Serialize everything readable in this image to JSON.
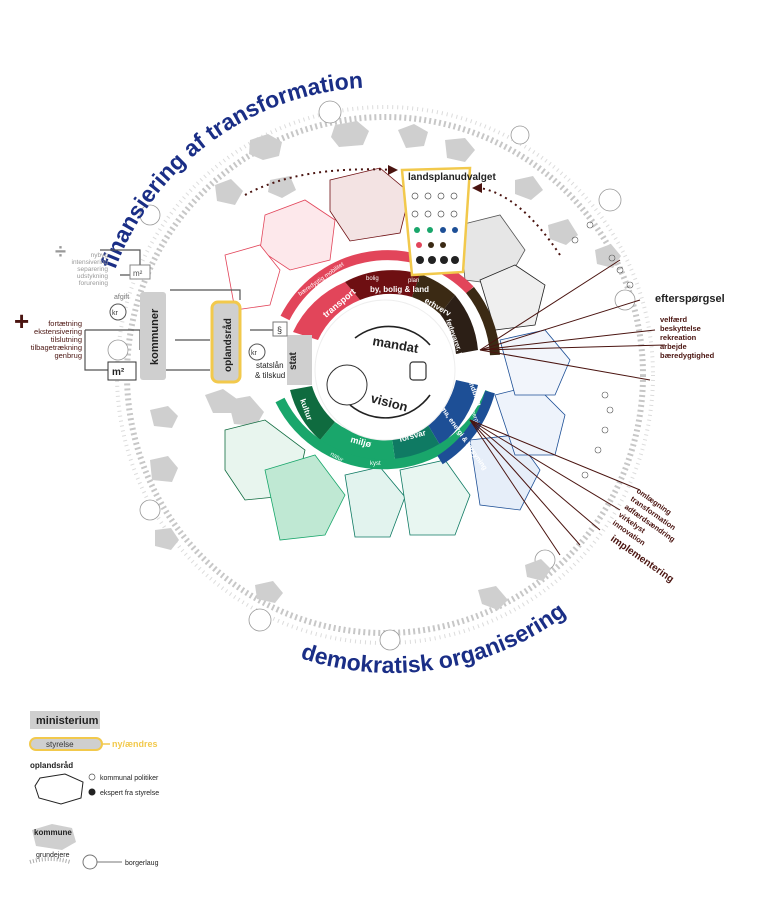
{
  "titles": {
    "top": "finansiering af transformation",
    "bottom": "demokratisk organisering"
  },
  "center": {
    "mandat": "mandat",
    "vision": "vision",
    "stat": "stat"
  },
  "upper_ring": {
    "segments": [
      {
        "label": "transport",
        "color": "#e2455a"
      },
      {
        "label": "by, bolig & land",
        "color": "#6e0f12"
      },
      {
        "label": "erhverv",
        "color": "#3b2a14"
      },
      {
        "label": "fødevarer, natur & landbrug",
        "color": "#2c1f16"
      }
    ],
    "outer_labels": [
      "bæredygtig mobilitet",
      "bolig",
      "plan",
      "erhverv",
      "fødevarer"
    ]
  },
  "lower_ring": {
    "segments": [
      {
        "label": "kultur",
        "color": "#0f6b3f"
      },
      {
        "label": "miljø",
        "color": "#19a66b"
      },
      {
        "label": "forsvar",
        "color": "#0f7a63"
      },
      {
        "label": "klima, energi & forsyning",
        "color": "#1d4f96"
      }
    ],
    "outer_labels": [
      "kultur",
      "natur",
      "kyst",
      "miljø",
      "forsvar",
      "energi",
      "klima"
    ]
  },
  "committee": {
    "title": "landsplanudvalget"
  },
  "finance": {
    "divide_sign": "÷",
    "divide_items": [
      "nybyg",
      "intensivering",
      "separering",
      "udstykning",
      "forurening"
    ],
    "plus_sign": "+",
    "plus_items": [
      "fortætning",
      "ekstensivering",
      "tilslutning",
      "tilbagetrækning",
      "genbrug"
    ],
    "m2": "m²",
    "afgift": "afgift",
    "kr": "kr",
    "kommuner": "kommuner",
    "oplandsraad": "oplandsråd",
    "statslaan": "statslån",
    "tilskud": "& tilskud",
    "paragraph": "§"
  },
  "right_side": {
    "efterspoergsel": "efterspørgsel",
    "demand_items": [
      "velfærd",
      "beskyttelse",
      "rekreation",
      "arbejde",
      "bæredygtighed"
    ],
    "impl_items": [
      "omlægning",
      "transformation",
      "adfærdsændring",
      "virkelyst",
      "innovation"
    ],
    "implementering": "implementering"
  },
  "legend": {
    "ministerium": "ministerium",
    "styrelse": "styrelse",
    "nyt_aendres": "ny/ændres",
    "oplandsraad": "oplandsråd",
    "kommunal_politiker": "kommunal politiker",
    "ekspert": "ekspert fra styrelse",
    "kommune": "kommune",
    "grundejere": "grundejere",
    "borgerlaug": "borgerlaug"
  },
  "colors": {
    "title_blue": "#1a2e86",
    "transport": "#e2455a",
    "bolig": "#6e0f12",
    "erhverv": "#3b2a14",
    "miljoe": "#19a66b",
    "kultur": "#0f6b3f",
    "klima": "#1d4f96",
    "highlight": "#f2c94c",
    "dark_brown": "#4a1410"
  }
}
